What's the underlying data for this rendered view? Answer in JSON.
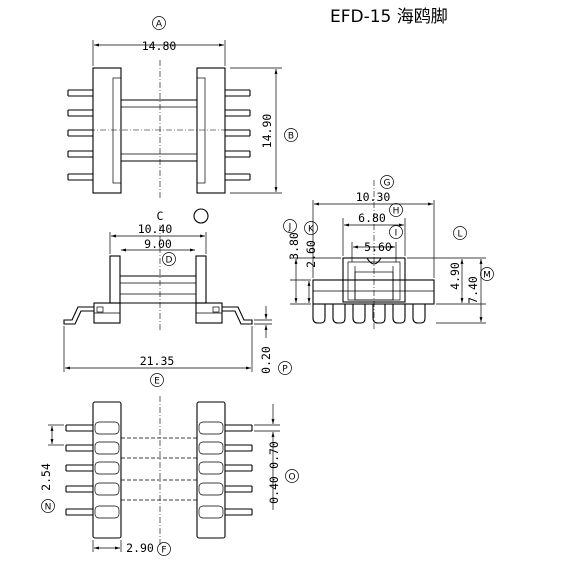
{
  "title": "EFD-15 海鸥脚",
  "dimensions": {
    "A": "14.80",
    "B": "14.90",
    "C": "10.40",
    "D": "9.00",
    "E": "21.35",
    "F": "2.90",
    "G": "10.30",
    "H": "6.80",
    "I": "5.60",
    "J": "3.80",
    "K": "2.60",
    "L": "4.90",
    "M": "7.40",
    "N": "2.54",
    "O1": "0.40",
    "O2": "0.70",
    "P": "0.20"
  },
  "labels": {
    "A": "A",
    "B": "B",
    "C": "C",
    "D": "D",
    "E": "E",
    "F": "F",
    "G": "G",
    "H": "H",
    "I": "I",
    "J": "J",
    "K": "K",
    "L": "L",
    "M": "M",
    "N": "N",
    "O": "O",
    "P": "P"
  }
}
